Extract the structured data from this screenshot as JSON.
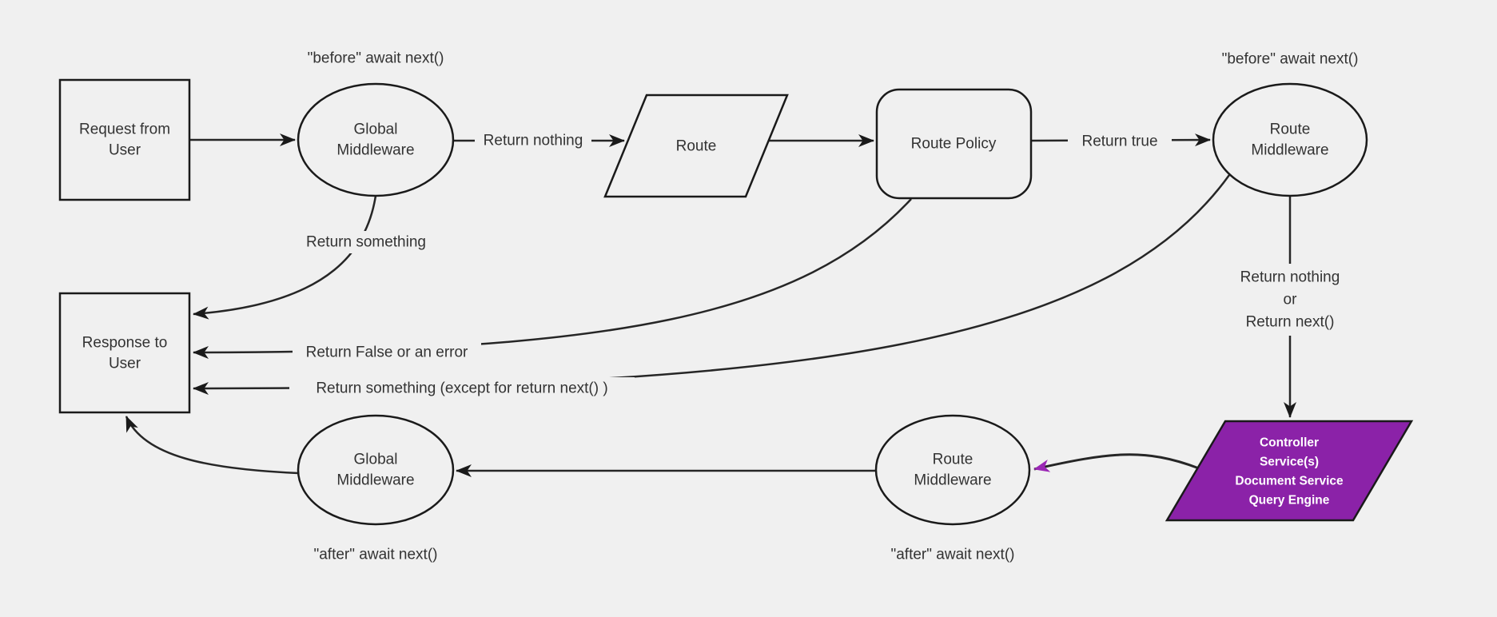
{
  "colors": {
    "background": "#f0f0f0",
    "node_fill": "#f0f0f0",
    "edge_stroke": "#262626",
    "arrow": "#1a1a1a",
    "purple": "#8b22a8",
    "purple_arrow": "#9b27b5"
  },
  "nodes": {
    "request": {
      "lines": [
        "Request from",
        "User"
      ]
    },
    "global_middleware_top": {
      "lines": [
        "Global",
        "Middleware"
      ]
    },
    "route": {
      "label": "Route"
    },
    "route_policy": {
      "label": "Route Policy"
    },
    "route_middleware_top": {
      "lines": [
        "Route",
        "Middleware"
      ]
    },
    "response": {
      "lines": [
        "Response to",
        "User"
      ]
    },
    "controller": {
      "lines": [
        "Controller",
        "Service(s)",
        "Document Service",
        "Query Engine"
      ]
    },
    "route_middleware_bottom": {
      "lines": [
        "Route",
        "Middleware"
      ]
    },
    "global_middleware_bottom": {
      "lines": [
        "Global",
        "Middleware"
      ]
    }
  },
  "edge_labels": {
    "before_global": "\"before\" await next()",
    "before_route": "\"before\" await next()",
    "after_global": "\"after\" await next()",
    "after_route": "\"after\" await next()",
    "return_nothing": "Return nothing",
    "return_true": "Return true",
    "return_something": "Return something",
    "return_false": "Return False or an error",
    "return_something_except": "Return something (except for return next() )",
    "return_nothing_or": {
      "lines": [
        "Return nothing",
        "or",
        "Return next()"
      ]
    }
  }
}
